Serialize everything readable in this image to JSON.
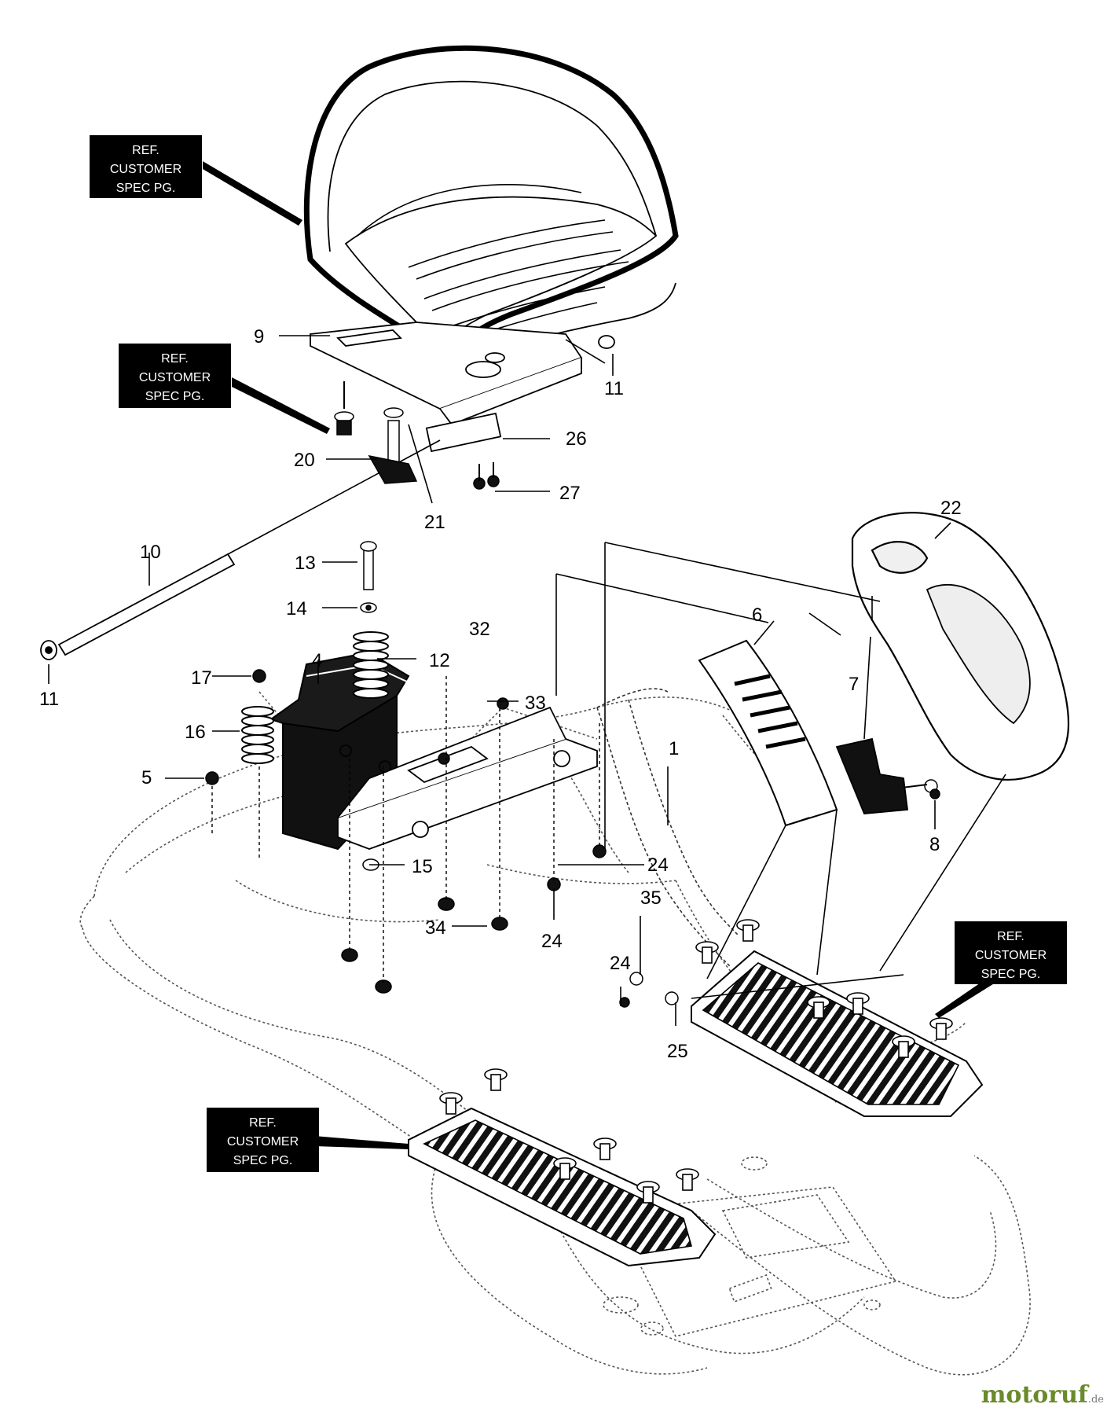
{
  "ref_label": {
    "line1": "REF.",
    "line2": "CUSTOMER",
    "line3": "SPEC PG."
  },
  "callouts": {
    "c1": "1",
    "c4": "4",
    "c5": "5",
    "c6": "6",
    "c7": "7",
    "c8": "8",
    "c9": "9",
    "c10": "10",
    "c11a": "11",
    "c11b": "11",
    "c12": "12",
    "c13": "13",
    "c14": "14",
    "c15": "15",
    "c16": "16",
    "c17": "17",
    "c20": "20",
    "c21": "21",
    "c22": "22",
    "c24a": "24",
    "c24b": "24",
    "c24c": "24",
    "c25": "25",
    "c26": "26",
    "c27": "27",
    "c32": "32",
    "c33": "33",
    "c34": "34",
    "c35": "35"
  },
  "watermark": {
    "brand": "motoruf",
    "tld": ".de"
  }
}
